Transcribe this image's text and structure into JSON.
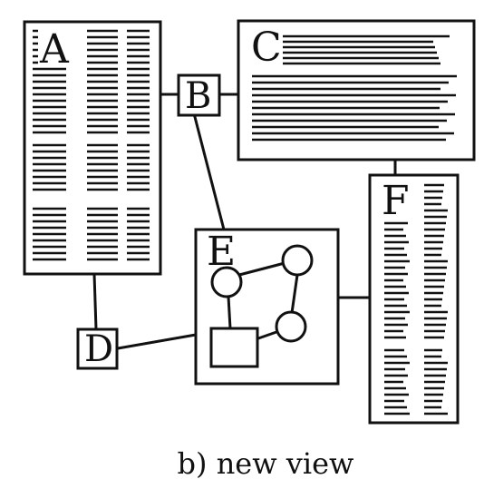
{
  "figure": {
    "caption": "b) new view",
    "colors": {
      "ink": "#111111",
      "background": "#ffffff"
    }
  },
  "nodes": {
    "A": {
      "label": "A",
      "kind": "text-list-panel"
    },
    "B": {
      "label": "B",
      "kind": "small-node"
    },
    "C": {
      "label": "C",
      "kind": "text-lines-panel"
    },
    "D": {
      "label": "D",
      "kind": "small-node"
    },
    "E": {
      "label": "E",
      "kind": "graph-panel"
    },
    "F": {
      "label": "F",
      "kind": "text-list-panel"
    }
  },
  "edges": [
    {
      "from": "A",
      "to": "B"
    },
    {
      "from": "B",
      "to": "C"
    },
    {
      "from": "B",
      "to": "E"
    },
    {
      "from": "A",
      "to": "D"
    },
    {
      "from": "D",
      "to": "E"
    },
    {
      "from": "E",
      "to": "F"
    },
    {
      "from": "C",
      "to": "F"
    }
  ]
}
